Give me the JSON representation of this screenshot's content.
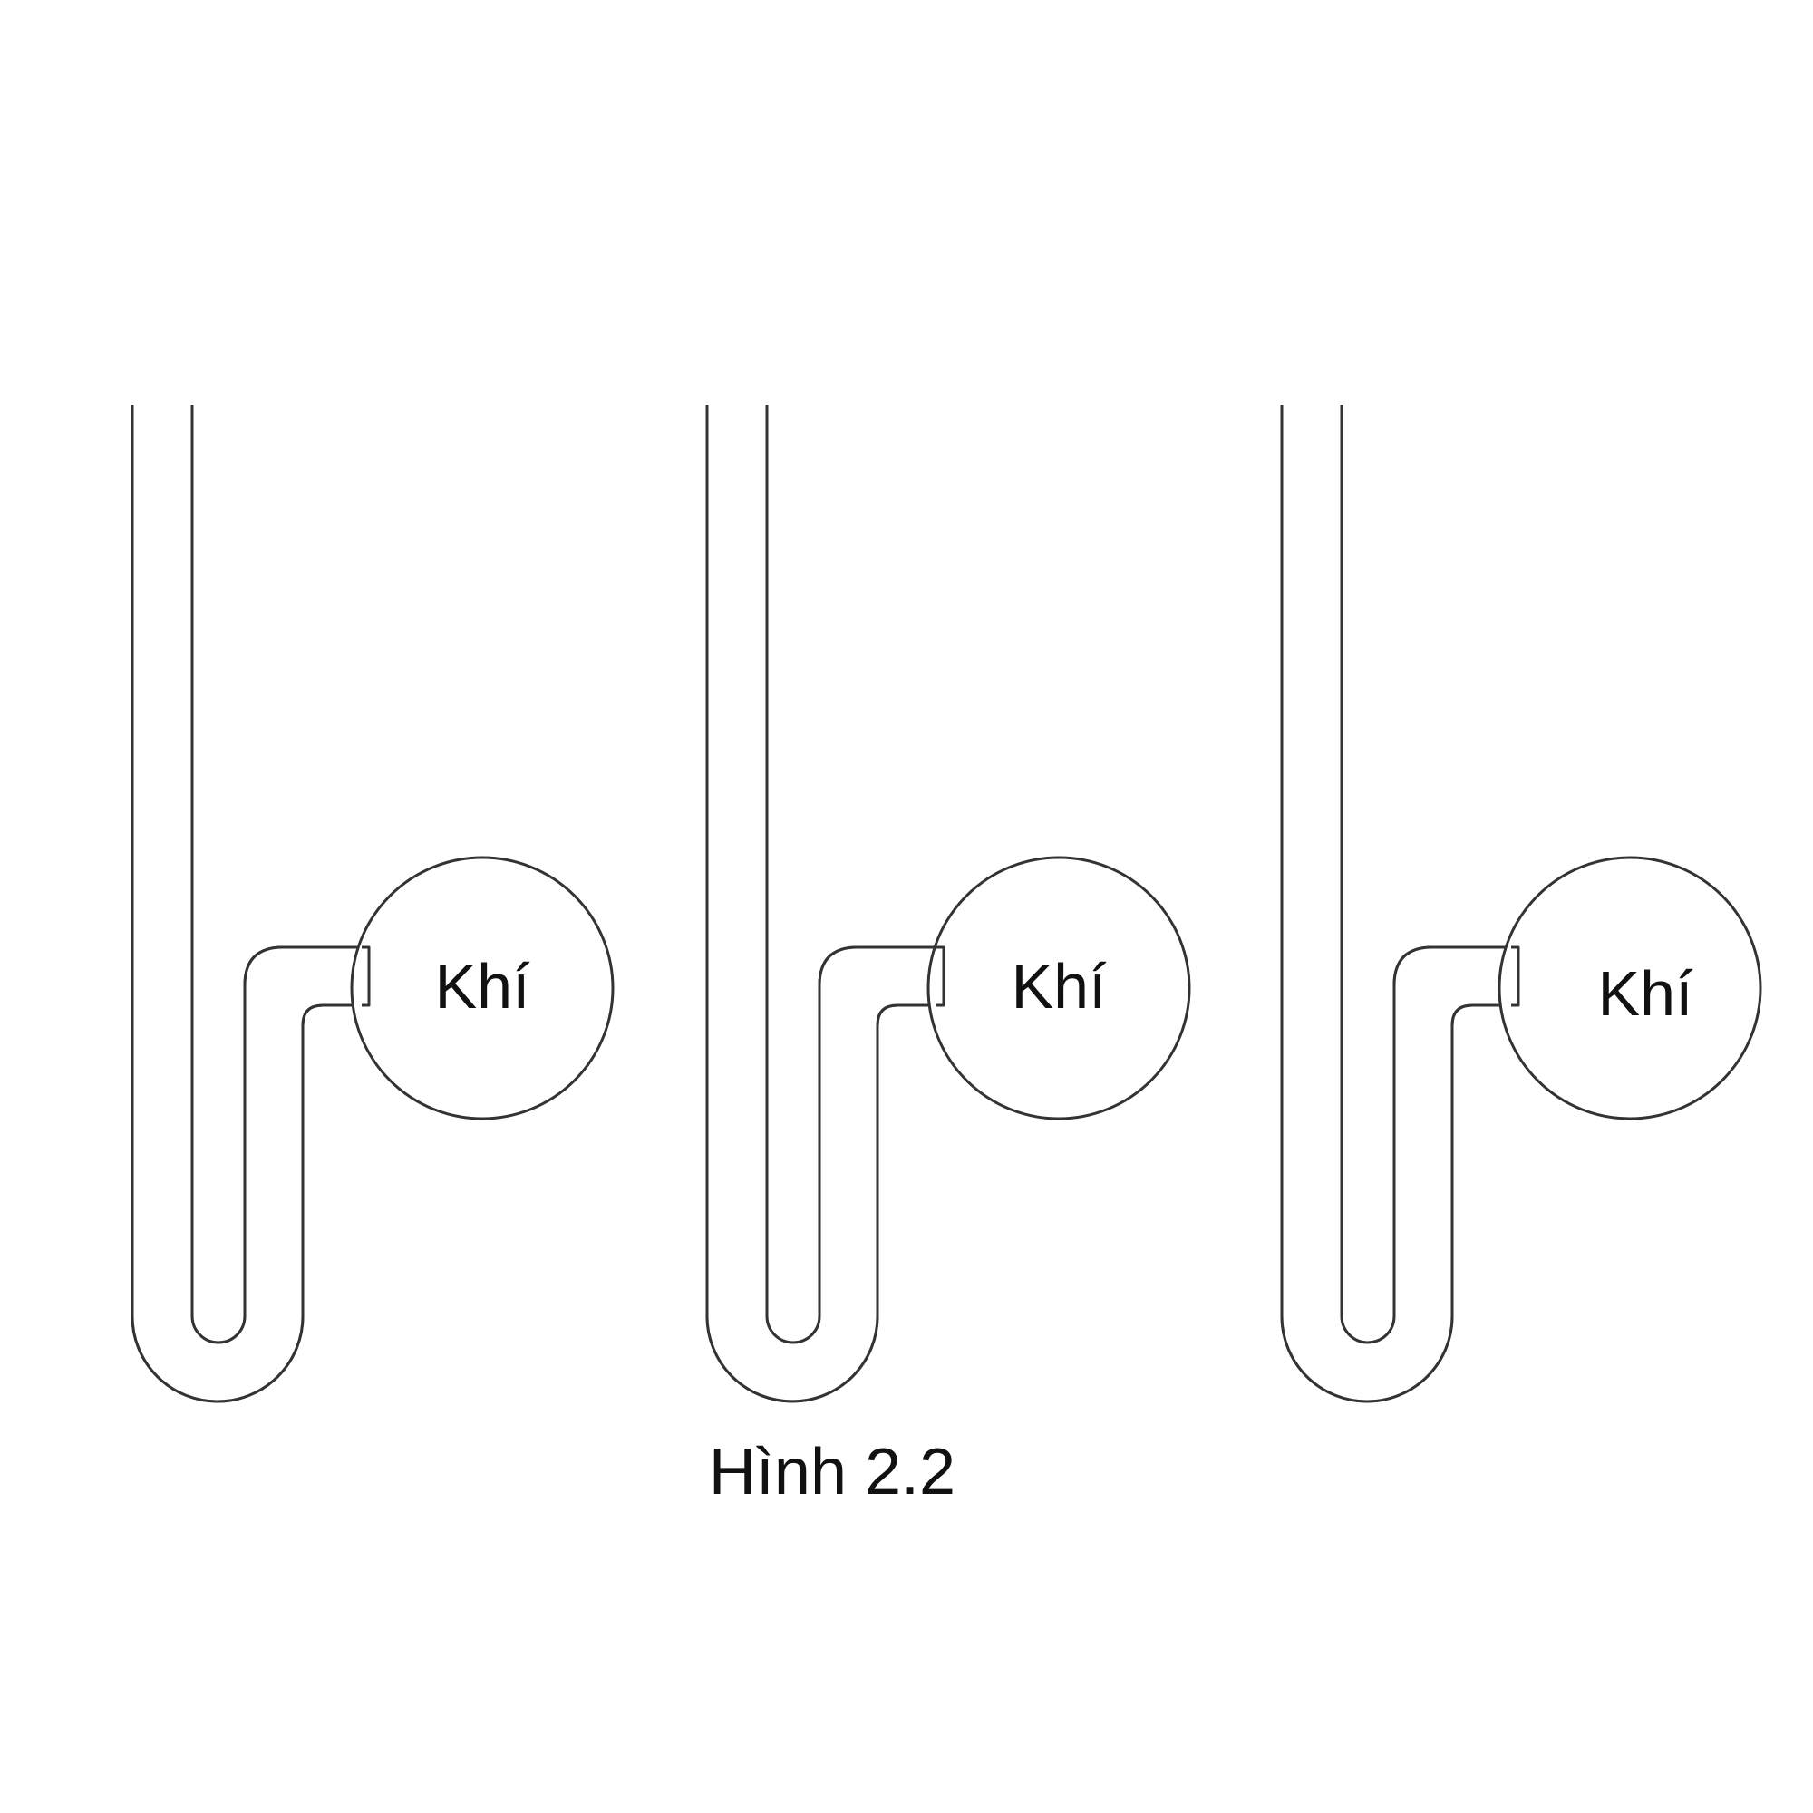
{
  "figure": {
    "caption": "Hình 2.2",
    "liquid_color": "#939598",
    "manometers": [
      {
        "bulb_label": "Khí"
      },
      {
        "bulb_label": "Khí"
      },
      {
        "bulb_label": "Khí"
      }
    ]
  }
}
